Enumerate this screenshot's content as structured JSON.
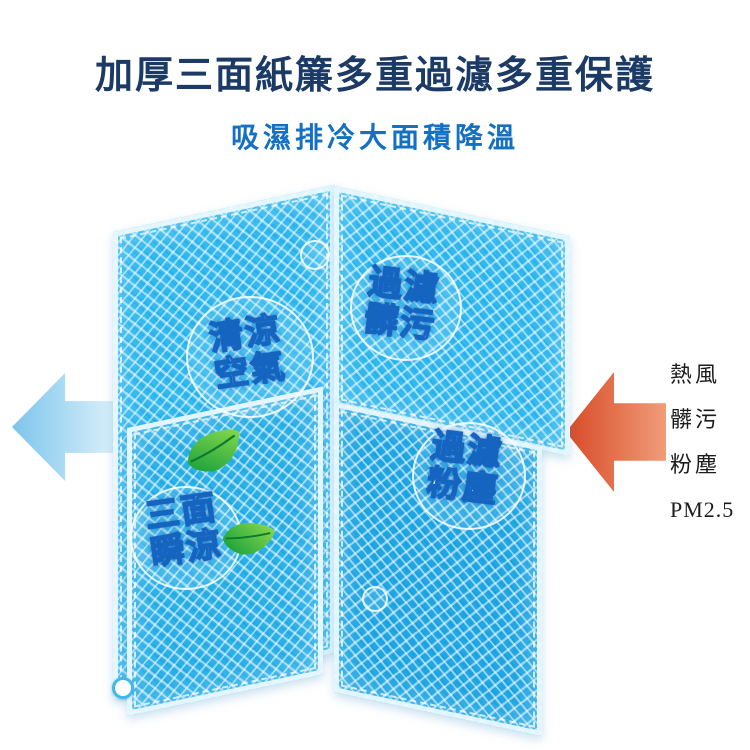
{
  "header": {
    "title": "加厚三面紙簾多重過濾多重保護",
    "subtitle": "吸濕排冷大面積降溫"
  },
  "diagram": {
    "panel_labels": {
      "cool_air": "清涼\n空氣",
      "filter_dirt": "過濾\n髒污",
      "filter_dust": "過濾\n粉塵",
      "three_side_cool": "三面\n瞬涼"
    },
    "inflow_labels": [
      "熱風",
      "髒污",
      "粉塵",
      "PM2.5"
    ]
  },
  "colors": {
    "title-color": "#1c3a66",
    "subtitle-color": "#1470c2",
    "panel-blue": "#2fb9f0",
    "cool-arrow-dark": "#7cc5ec",
    "cool-arrow-light": "#e8f6fd",
    "hot-arrow-dark": "#d84a26",
    "hot-arrow-light": "#f09c79",
    "leaf-green-dark": "#0f9d3a",
    "leaf-green-light": "#8bd94e"
  }
}
